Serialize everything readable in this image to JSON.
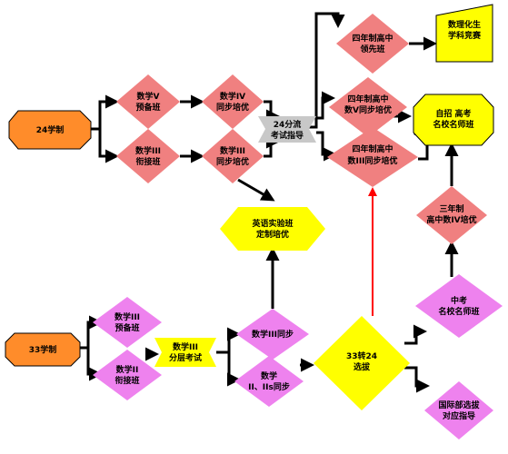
{
  "colors": {
    "salmon": "#f08080",
    "pink": "#ee82ee",
    "yellow": "#ffff00",
    "orange": "#ff8c2a",
    "gray": "#c8c8c8",
    "arrow": "#000000",
    "red_arrow": "#ff0000"
  },
  "nodes": {
    "start_24": "24学制",
    "math_v_prep": [
      "数学V",
      "预备班"
    ],
    "math_iv_sync": [
      "数学IV",
      "同步培优"
    ],
    "math_iii_bridge": [
      "数学III",
      "衔接班"
    ],
    "math_iii_sync_a": [
      "数学III",
      "同步培优"
    ],
    "exam_24": [
      "24分流",
      "考试指导"
    ],
    "four_year_top": [
      "四年制高中",
      "领先班"
    ],
    "four_year_v": [
      "四年制高中",
      "数V同步培优"
    ],
    "four_year_iii": [
      "四年制高中",
      "数III同步培优"
    ],
    "olympiad": [
      "数理化生",
      "学科竞赛"
    ],
    "self_exam": [
      "自招 高考",
      "名校名师班"
    ],
    "english": [
      "英语实验班",
      "定制培优"
    ],
    "three_year": [
      "三年制",
      "高中数IV培优"
    ],
    "start_33": "33学制",
    "math_iii_prep": [
      "数学III",
      "预备班"
    ],
    "math_ii_bridge": [
      "数学II",
      "衔接班"
    ],
    "math_iii_tier": [
      "数学III",
      "分层考试"
    ],
    "math_iii_sync_b": "数学III同步",
    "math_ii_sync": [
      "数学",
      "II、IIs同步"
    ],
    "transfer": [
      "33转24",
      "选拔"
    ],
    "zhongkao": [
      "中考",
      "名校名师班"
    ],
    "intl": [
      "国际部选拔",
      "对应指导"
    ]
  }
}
